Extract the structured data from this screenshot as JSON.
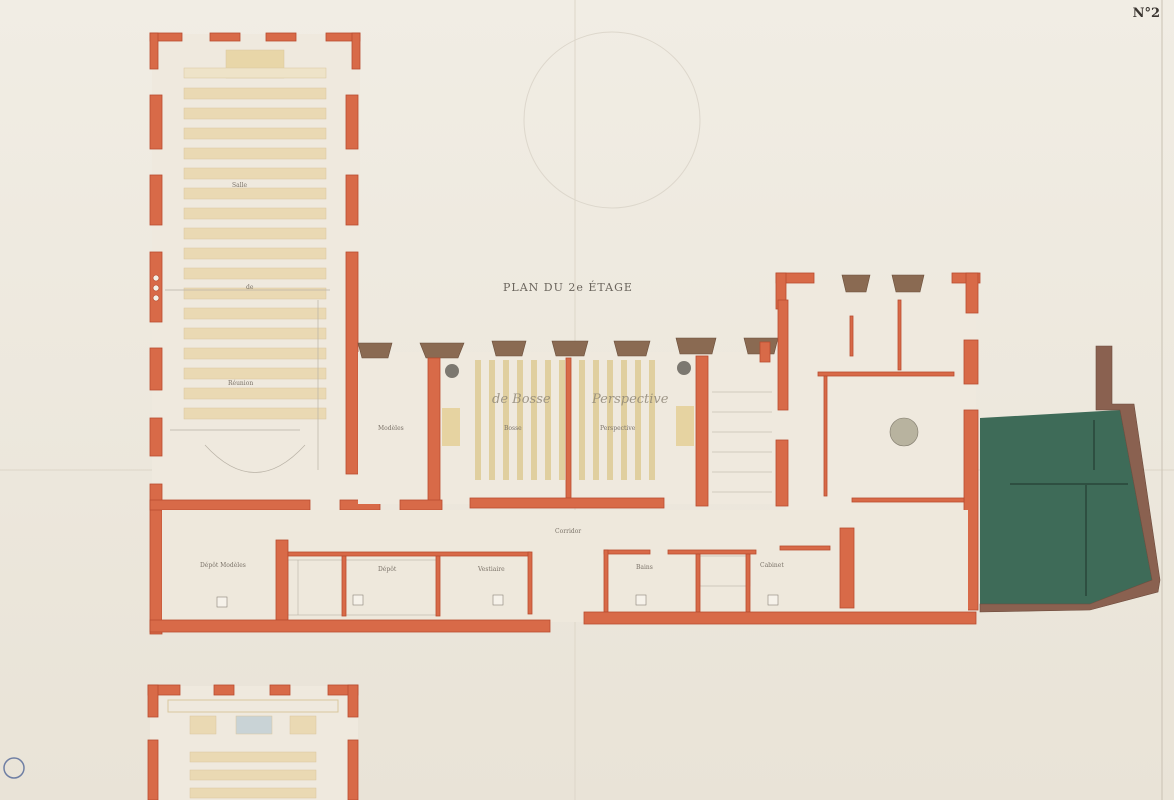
{
  "sheet_number": "N°2",
  "plan_title": "PLAN DU 2e ÉTAGE",
  "rooms": {
    "salle_de_reunion": [
      "Salle",
      "de",
      "Réunion"
    ],
    "modeles": "Modèles",
    "bosse": "Bosse",
    "perspective": "Perspective",
    "corridor": "Corridor",
    "depot_modeles": "Dépôt Modèles",
    "depot": "Dépôt",
    "vestiaire": "Vestiaire",
    "bains": "Bains",
    "cabinet": "Cabinet"
  },
  "annotations": [
    "de Bosse",
    "Perspective"
  ],
  "colors": {
    "wall": "#d86a48",
    "wall_edge": "#b94c30",
    "paper": "#efeae0",
    "bench": "#ead9b3",
    "shaded_area": "#3e6b58",
    "chimney": "#8a6a52"
  }
}
